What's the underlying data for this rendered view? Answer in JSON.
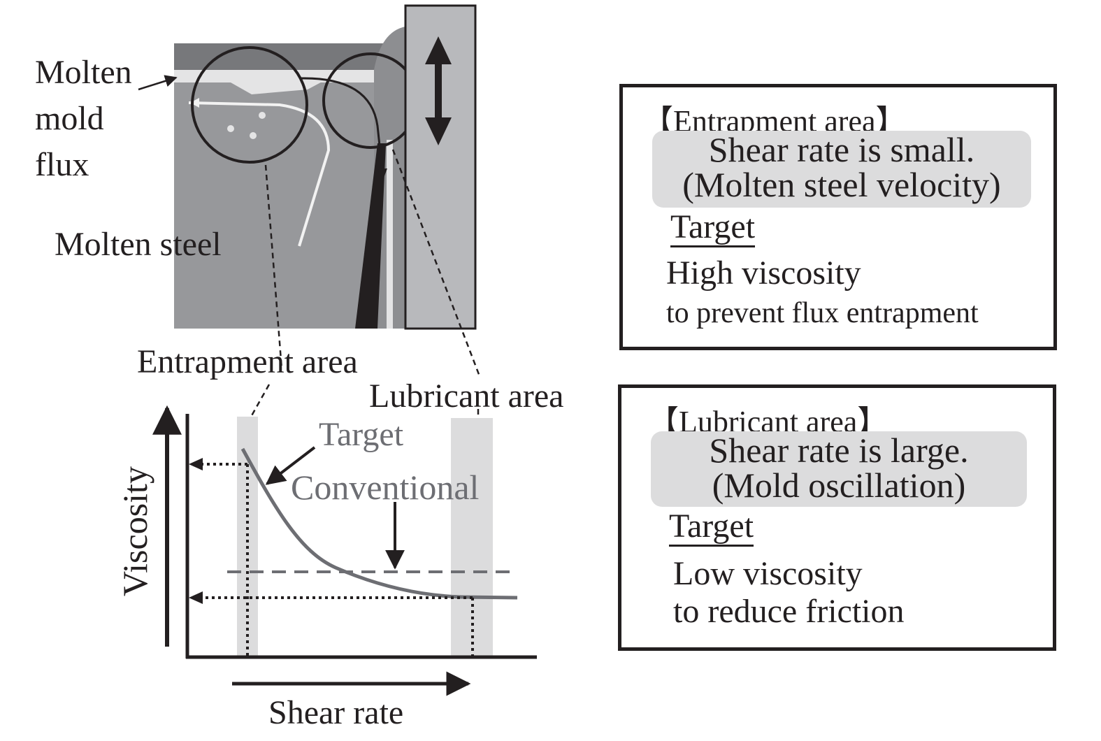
{
  "labels": {
    "molten_mold_flux": [
      "Molten",
      "mold",
      "flux"
    ],
    "molten_steel": "Molten steel",
    "entrapment_area": "Entrapment area",
    "lubricant_area": "Lubricant area",
    "target_curve": "Target",
    "conventional_line": "Conventional",
    "y_axis": "Viscosity",
    "x_axis": "Shear rate"
  },
  "entrapment_box": {
    "title": "【Entrapment area】",
    "condition_line1": "Shear rate is small.",
    "condition_line2": "(Molten steel velocity)",
    "target_label": "Target",
    "result_line1": "High viscosity",
    "result_line2": "to prevent flux entrapment"
  },
  "lubricant_box": {
    "title": "【Lubricant area】",
    "condition_line1": "Shear rate is large.",
    "condition_line2": "(Mold oscillation)",
    "target_label": "Target",
    "result_line1": "Low viscosity",
    "result_line2": "to reduce friction"
  },
  "colors": {
    "ink": "#231f20",
    "curve_gray": "#6d6e73",
    "band_gray": "#dcdcdd",
    "mold_gray": "#b8b9bc",
    "steel_gray": "#97989b"
  }
}
